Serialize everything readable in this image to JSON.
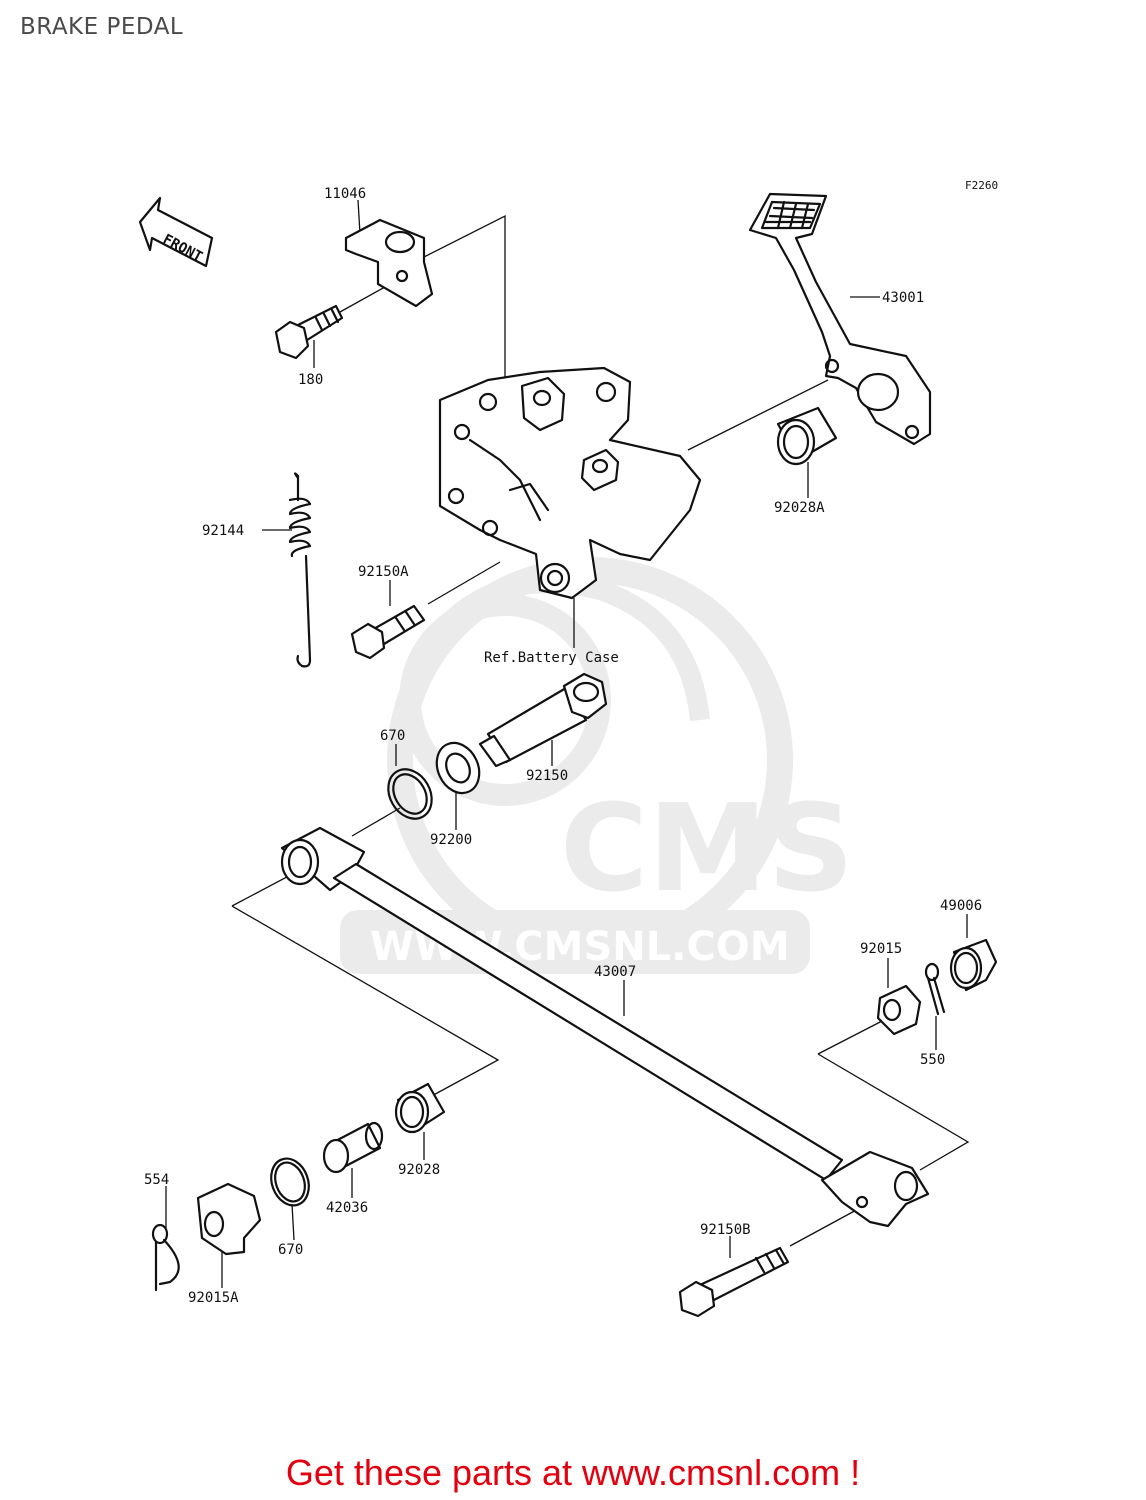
{
  "page": {
    "title": "BRAKE PEDAL"
  },
  "diagram": {
    "code": "F2260",
    "front_label": "FRONT",
    "reference_label": "Ref.Battery Case",
    "parts": [
      {
        "id": "11046"
      },
      {
        "id": "180"
      },
      {
        "id": "43001"
      },
      {
        "id": "92028A"
      },
      {
        "id": "92144"
      },
      {
        "id": "92150A"
      },
      {
        "id": "670"
      },
      {
        "id": "92150"
      },
      {
        "id": "92200"
      },
      {
        "id": "49006"
      },
      {
        "id": "92015"
      },
      {
        "id": "43007"
      },
      {
        "id": "550"
      },
      {
        "id": "554"
      },
      {
        "id": "42036"
      },
      {
        "id": "92028"
      },
      {
        "id": "670"
      },
      {
        "id": "92015A"
      },
      {
        "id": "92150B"
      }
    ]
  },
  "watermark": {
    "brand": "CMS",
    "url": "WWW.CMSNL.COM"
  },
  "footer": {
    "cta": "Get these parts at www.cmsnl.com !"
  },
  "colors": {
    "footer_text": "#e3000f",
    "line": "#111111",
    "watermark": "#e6e6e6"
  }
}
